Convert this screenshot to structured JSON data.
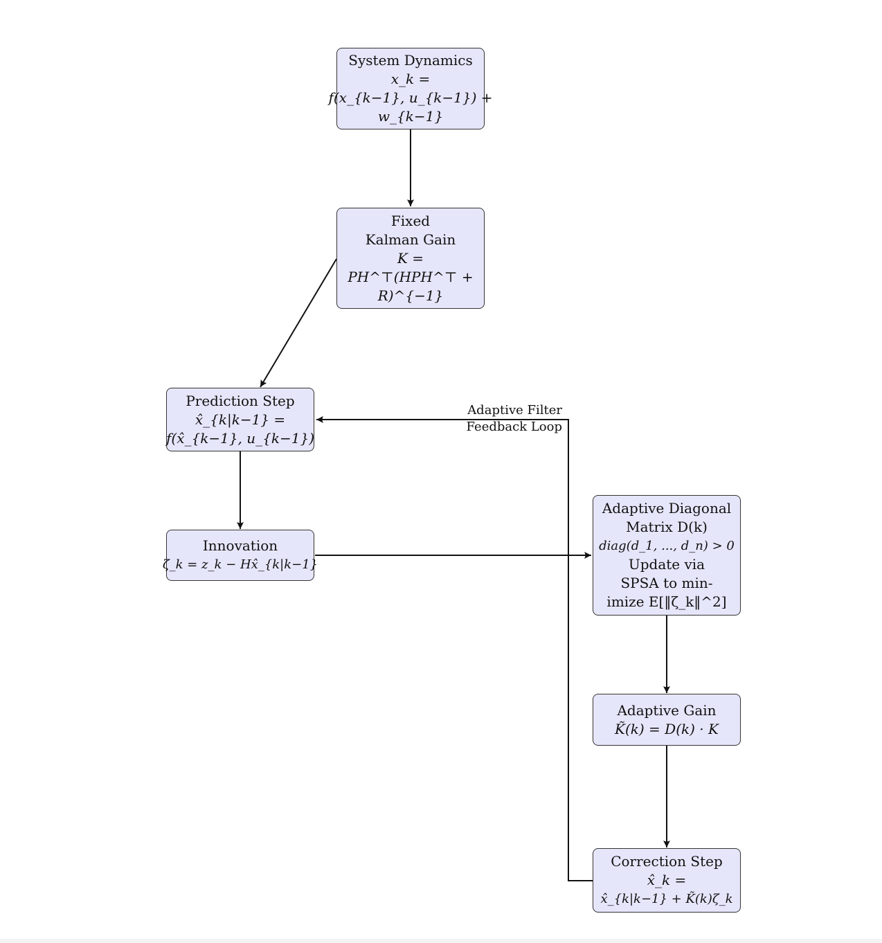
{
  "nodes": {
    "system_dynamics": {
      "lines": [
        "System Dynamics",
        "x_k =",
        "f(x_{k−1}, u_{k−1}) +",
        "w_{k−1}"
      ]
    },
    "fixed_gain": {
      "lines": [
        "Fixed",
        "Kalman Gain",
        "K =",
        "PH^⊤(HPH^⊤ +",
        "R)^{−1}"
      ]
    },
    "prediction": {
      "lines": [
        "Prediction Step",
        "x̂_{k|k−1} =",
        "f(x̂_{k−1}, u_{k−1})"
      ]
    },
    "innovation": {
      "lines": [
        "Innovation",
        "ζ_k = z_k − Hx̂_{k|k−1}"
      ]
    },
    "adaptive_matrix": {
      "lines": [
        "Adaptive Diagonal",
        "Matrix D(k)",
        "diag(d_1, ..., d_n) > 0",
        "Update via",
        "SPSA to min-",
        "imize E[‖ζ_k‖^2]"
      ]
    },
    "adaptive_gain": {
      "lines": [
        "Adaptive Gain",
        "K̃(k) = D(k) · K"
      ]
    },
    "correction": {
      "lines": [
        "Correction Step",
        "x̂_k =",
        "x̂_{k|k−1} + K̃(k)ζ_k"
      ]
    }
  },
  "feedback_label": [
    "Adaptive Filter",
    "Feedback Loop"
  ]
}
